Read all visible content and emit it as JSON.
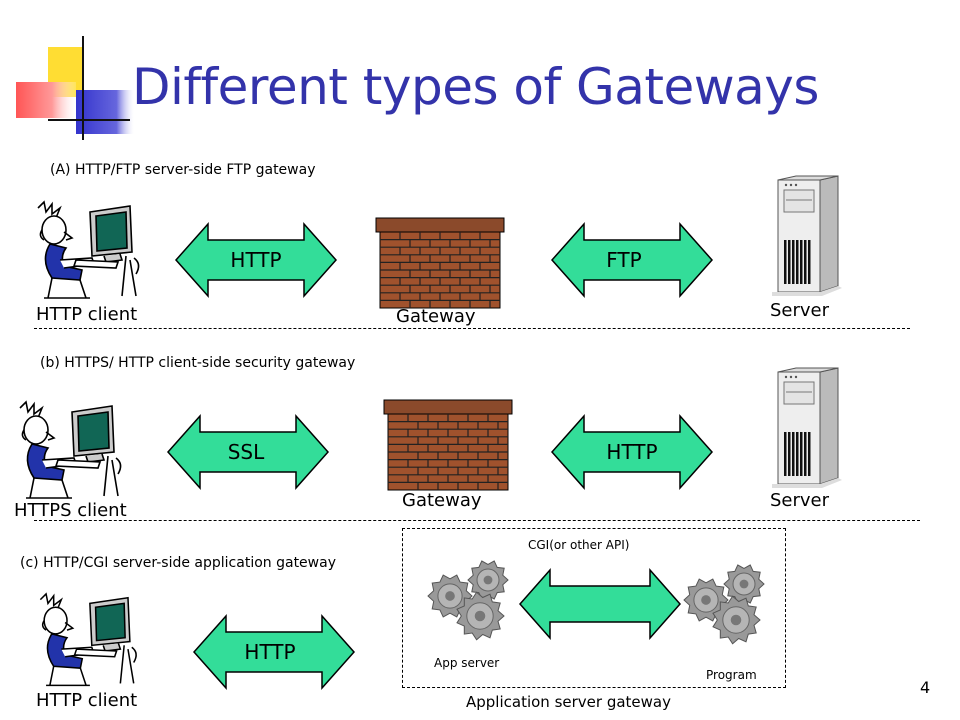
{
  "title": "Different types of Gateways",
  "page_number": "4",
  "sections": {
    "a": {
      "caption": "(A) HTTP/FTP server-side FTP gateway",
      "client_label": "HTTP client",
      "left_arrow": "HTTP",
      "gateway_label": "Gateway",
      "right_arrow": "FTP",
      "server_label": "Server"
    },
    "b": {
      "caption": "(b) HTTPS/ HTTP client-side security gateway",
      "client_label": "HTTPS client",
      "left_arrow": "SSL",
      "gateway_label": "Gateway",
      "right_arrow": "HTTP",
      "server_label": "Server"
    },
    "c": {
      "caption": "(c) HTTP/CGI server-side application gateway",
      "client_label": "HTTP client",
      "left_arrow": "HTTP",
      "api_label": "CGI(or other API)",
      "app_server_label": "App server",
      "program_label": "Program",
      "box_label": "Application server gateway"
    }
  },
  "colors": {
    "title": "#3333aa",
    "arrow_fill": "#33dd99",
    "brick": "#a0522d",
    "brick_cap": "#8b4a2b",
    "mortar": "#222222"
  },
  "icons": {
    "client": "person-at-computer-icon",
    "gateway": "brick-wall-icon",
    "server": "tower-server-icon",
    "gears": "gears-icon"
  }
}
